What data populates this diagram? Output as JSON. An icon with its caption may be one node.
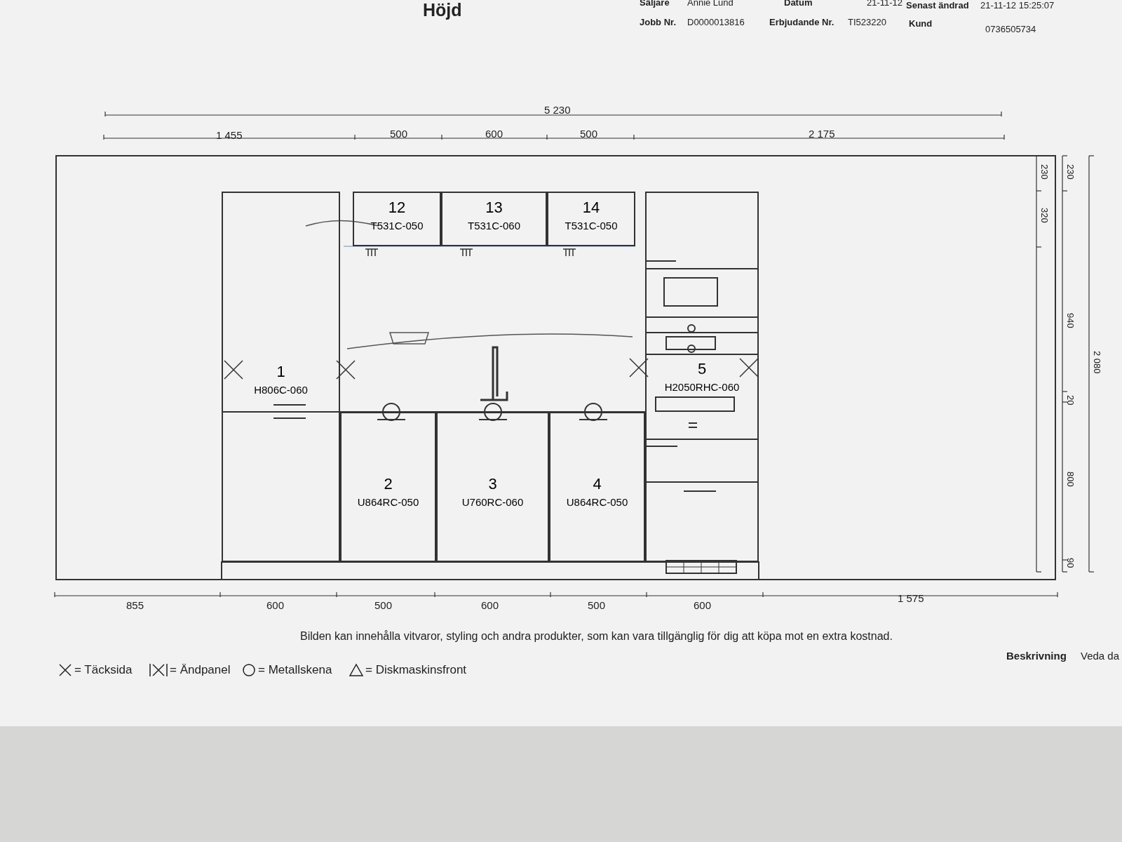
{
  "diagram": {
    "title": "Höjd",
    "caption": "Bilden kan innehålla vitvaror, styling och andra produkter, som kan vara tillgänglig för dig att köpa mot en extra kostnad.",
    "nodes": [
      {
        "text": [
          "1",
          "H806C-060"
        ]
      },
      {
        "text": [
          "12",
          "T531C-050"
        ]
      },
      {
        "text": [
          "13",
          "T531C-060"
        ]
      },
      {
        "text": [
          "14",
          "T531C-050"
        ]
      },
      {
        "text": [
          "5",
          "H2050RHC-060"
        ]
      },
      {
        "text": [
          "2",
          "U864RC-050"
        ]
      },
      {
        "text": [
          "3",
          "U760RC-060"
        ]
      },
      {
        "text": [
          "4",
          "U864RC-050"
        ]
      }
    ],
    "edges": [],
    "labels": [
      "Säljare",
      "Annie Lund",
      "Datum",
      "21-11-12",
      "Senast ändrad",
      "21-11-12 15:25:07",
      "Jobb Nr.",
      "D0000013816",
      "Erbjudande Nr.",
      "TI523220",
      "Kund",
      "0736505734",
      "5 230",
      "1 455",
      "500",
      "600",
      "500",
      "2 175",
      "230",
      "320",
      "230",
      "940",
      "20",
      "800",
      "90",
      "2 080",
      "855",
      "600",
      "500",
      "600",
      "500",
      "600",
      "1 575",
      "Beskrivning",
      "Veda da"
    ],
    "legend": [
      {
        "text": "= Täcksida"
      },
      {
        "text": "= Ändpanel"
      },
      {
        "text": "= Metallskena"
      },
      {
        "text": "= Diskmaskinsfront"
      }
    ]
  }
}
